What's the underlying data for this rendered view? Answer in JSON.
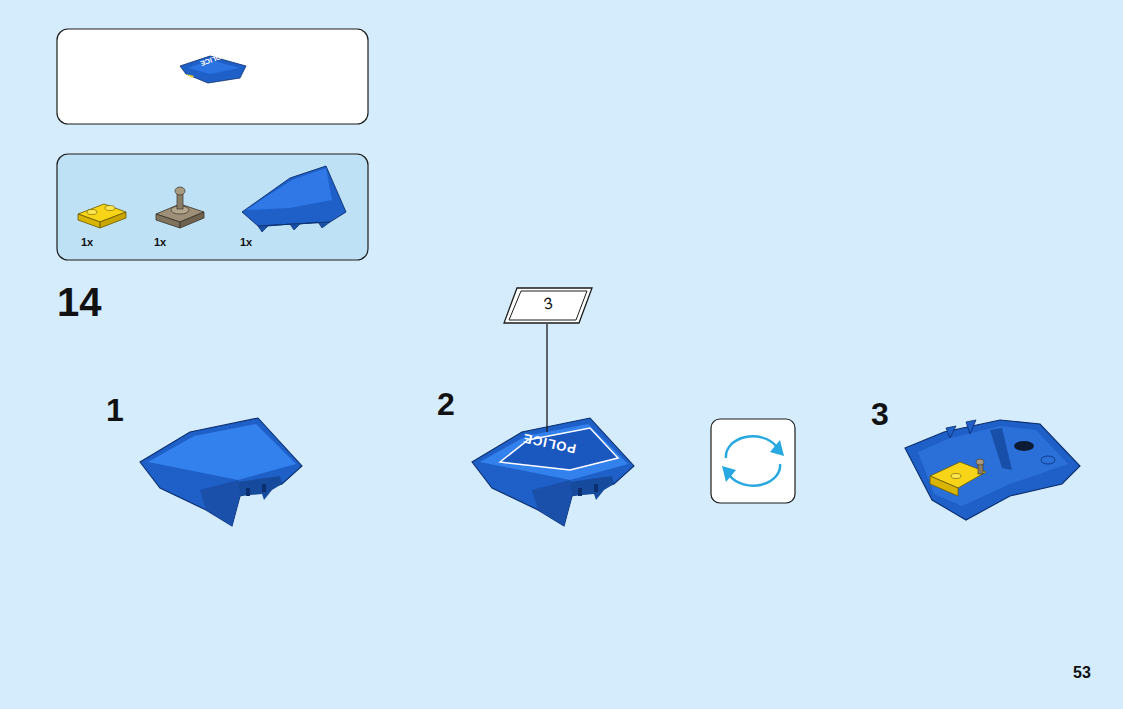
{
  "diagram": {
    "nodes": [
      {
        "text": [
          "POLICE"
        ]
      },
      {
        "text": [
          "1x",
          "1x",
          "1x"
        ]
      },
      {
        "text": [
          "3"
        ]
      }
    ],
    "labels": [
      "14",
      "1",
      "2",
      "POLICE",
      "3",
      "53"
    ]
  }
}
